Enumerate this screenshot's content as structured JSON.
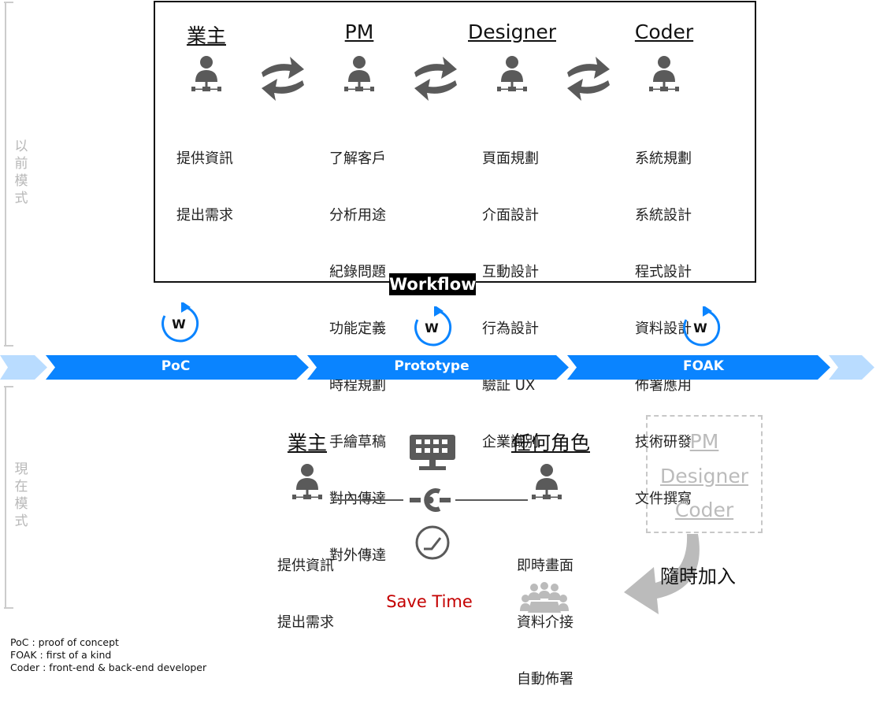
{
  "side_labels": {
    "before": "以\n前\n模\n式",
    "now": "現\n在\n模\n式"
  },
  "workflow_tag": "Workflow",
  "roles_before": [
    {
      "title": "業主",
      "tasks": [
        "提供資訊",
        "提出需求"
      ]
    },
    {
      "title": "PM",
      "tasks": [
        "了解客戶",
        "分析用途",
        "紀錄問題",
        "功能定義",
        "時程規劃",
        "手繪草稿",
        "對內傳達",
        "對外傳達"
      ]
    },
    {
      "title": "Designer",
      "tasks": [
        "頁面規劃",
        "介面設計",
        "互動設計",
        "行為設計",
        "驗証 UX",
        "企業識別"
      ]
    },
    {
      "title": "Coder",
      "tasks": [
        "系統規劃",
        "系統設計",
        "程式設計",
        "資料設計",
        "佈署應用",
        "技術研發",
        "文件撰寫"
      ]
    }
  ],
  "cycle_icon_letter": "W",
  "stages": [
    "PoC",
    "Prototype",
    "FOAK"
  ],
  "now": {
    "owner": {
      "title": "業主",
      "tasks": [
        "提供資訊",
        "提出需求"
      ]
    },
    "anyone": {
      "title": "任何角色",
      "tasks": [
        "即時畫面",
        "資料介接",
        "自動佈署"
      ]
    },
    "save_time": "Save Time",
    "optional_roles": [
      "PM",
      "Designer",
      "Coder"
    ],
    "join_anytime": "隨時加入"
  },
  "footnotes": [
    "PoC : proof of concept",
    "FOAK : first of a kind",
    "Coder : front-end & back-end developer"
  ],
  "colors": {
    "accent_blue": "#0a84ff",
    "light_blue": "#b9dcff",
    "dark_grey": "#5a5a5a",
    "light_grey": "#bbbbbb",
    "save_time_red": "#c40000"
  }
}
